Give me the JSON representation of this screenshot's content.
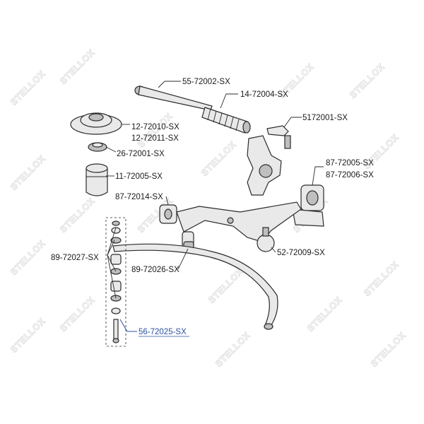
{
  "watermark": "STELLOX",
  "parts": {
    "tie_rod": "55-72002-SX",
    "steering_boot": "14-72004-SX",
    "strut_mount_1": "12-72010-SX",
    "strut_mount_2": "12-72011-SX",
    "strut_bearing": "26-72001-SX",
    "tie_rod_end": "5172001-SX",
    "bump_stop": "11-72005-SX",
    "arm_bushing_1": "87-72005-SX",
    "arm_bushing_2": "87-72006-SX",
    "arm_bushing_front": "87-72014-SX",
    "stabilizer_kit": "89-72027-SX",
    "stabilizer_bushing": "89-72026-SX",
    "ball_joint": "52-72009-SX",
    "stabilizer_link": "56-72025-SX"
  },
  "colors": {
    "highlight": "#2a4f9e",
    "watermark": "#d9d9d9"
  }
}
